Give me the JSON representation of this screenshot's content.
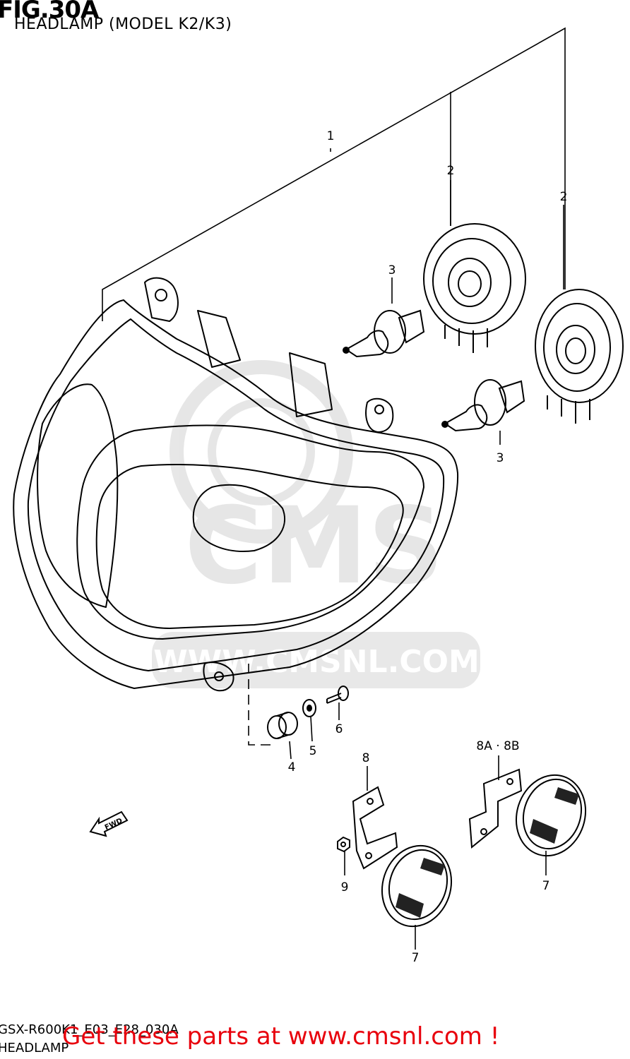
{
  "figure": {
    "number": "FIG.30A",
    "title": "HEADLAMP (MODEL K2/K3)"
  },
  "footer": {
    "model_code": "GSX-R600K1_E03_E28_030A",
    "group_name": "HEADLAMP",
    "cta": "Get these parts at www.cmsnl.com !"
  },
  "watermark": {
    "brand": "CMS",
    "url": "WWW.CMSNL.COM"
  },
  "direction_arrow": "FWD",
  "parts": [
    {
      "ref": "1",
      "item": "headlamp-assembly"
    },
    {
      "ref": "2",
      "item": "bulb-socket"
    },
    {
      "ref": "2",
      "item": "bulb-socket"
    },
    {
      "ref": "3",
      "item": "bulb"
    },
    {
      "ref": "3",
      "item": "bulb"
    },
    {
      "ref": "4",
      "item": "grommet"
    },
    {
      "ref": "5",
      "item": "washer"
    },
    {
      "ref": "6",
      "item": "screw"
    },
    {
      "ref": "7",
      "item": "reflector"
    },
    {
      "ref": "7",
      "item": "reflector"
    },
    {
      "ref": "8",
      "item": "bracket"
    },
    {
      "ref": "8A · 8B",
      "item": "bracket"
    },
    {
      "ref": "9",
      "item": "nut"
    }
  ]
}
